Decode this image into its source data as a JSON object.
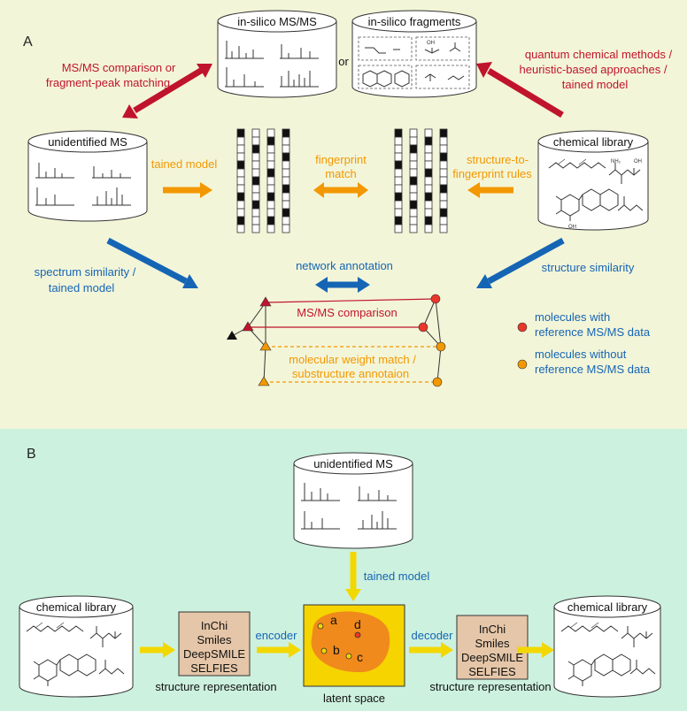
{
  "panelA": {
    "label": "A",
    "bg": "#f3f5d8",
    "cylinders": {
      "insilico_msms": "in-silico MS/MS",
      "insilico_fragments": "in-silico fragments",
      "unidentified_ms": "unidentified MS",
      "chemical_library": "chemical library"
    },
    "or_text": "or",
    "arrow_labels": {
      "msms_comparison_line1": "MS/MS comparison or",
      "msms_comparison_line2": "fragment-peak matching",
      "quantum_line1": "quantum chemical methods /",
      "quantum_line2": "heuristic-based approaches /",
      "quantum_line3": "tained model",
      "tained_model": "tained model",
      "fingerprint_match_line1": "fingerprint",
      "fingerprint_match_line2": "match",
      "s2f_line1": "structure-to-",
      "s2f_line2": "fingerprint rules",
      "spectrum_line1": "spectrum similarity /",
      "spectrum_line2": "tained model",
      "network_annotation": "network annotation",
      "structure_similarity": "structure similarity"
    },
    "network": {
      "msms_comparison": "MS/MS comparison",
      "mw_line1": "molecular weight match /",
      "mw_line2": "substructure annotaion"
    },
    "legend": {
      "with_line1": "molecules with",
      "with_line2": "reference MS/MS data",
      "without_line1": "molecules without",
      "without_line2": "reference MS/MS data"
    },
    "chem_labels": {
      "nh2": "NH₂",
      "oh": "OH",
      "o": "O"
    }
  },
  "panelB": {
    "label": "B",
    "bg": "#cdf1df",
    "unidentified_ms": "unidentified MS",
    "tained_model": "tained model",
    "chemical_library_left": "chemical library",
    "chemical_library_right": "chemical library",
    "encoder": "encoder",
    "decoder": "decoder",
    "repr_left": [
      "InChi",
      "Smiles",
      "DeepSMILE",
      "SELFIES"
    ],
    "repr_right": [
      "InChi",
      "Smiles",
      "DeepSMILE",
      "SELFIES"
    ],
    "structure_representation": "structure representation",
    "latent_space": "latent space",
    "latent_points": [
      "a",
      "b",
      "c",
      "d"
    ]
  },
  "colors": {
    "red": "#c0142c",
    "orange": "#f39800",
    "blue": "#1565b5",
    "yellow": "#f2d800",
    "tan": "#e5c6a8",
    "latent_bg": "#f5d400",
    "latent_blob": "#f08a1c"
  }
}
